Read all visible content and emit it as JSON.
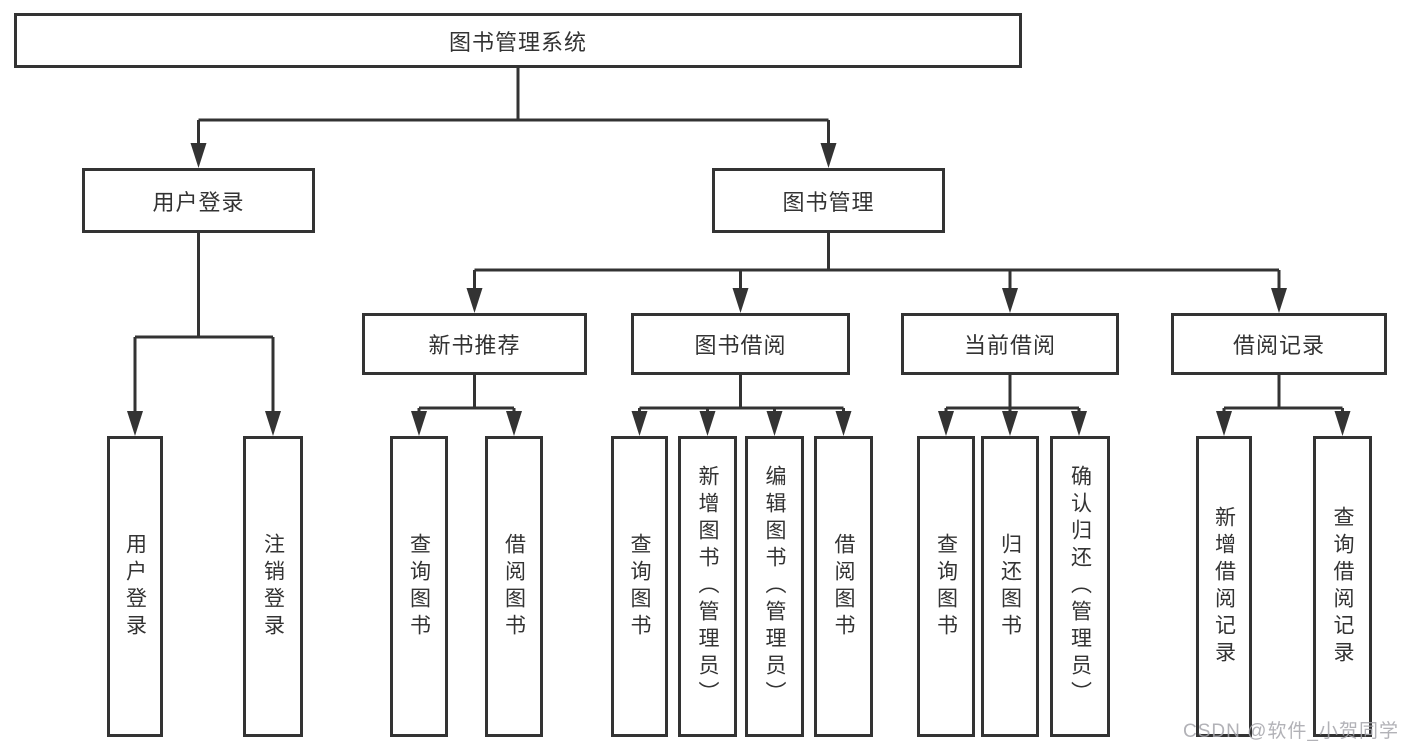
{
  "tree": {
    "root": {
      "label": "图书管理系统"
    },
    "branches": [
      {
        "label": "用户登录",
        "children": [
          {
            "label": "用户登录"
          },
          {
            "label": "注销登录"
          }
        ]
      },
      {
        "label": "图书管理",
        "children": [
          {
            "label": "新书推荐",
            "children": [
              {
                "label": "查询图书"
              },
              {
                "label": "借阅图书"
              }
            ]
          },
          {
            "label": "图书借阅",
            "children": [
              {
                "label": "查询图书"
              },
              {
                "label": "新增图书（管理员）"
              },
              {
                "label": "编辑图书（管理员）"
              },
              {
                "label": "借阅图书"
              }
            ]
          },
          {
            "label": "当前借阅",
            "children": [
              {
                "label": "查询图书"
              },
              {
                "label": "归还图书"
              },
              {
                "label": "确认归还（管理员）"
              }
            ]
          },
          {
            "label": "借阅记录",
            "children": [
              {
                "label": "新增借阅记录"
              },
              {
                "label": "查询借阅记录"
              }
            ]
          }
        ]
      }
    ]
  },
  "watermark": "CSDN @软件_小贺同学",
  "colors": {
    "line": "#333333",
    "text": "#333333",
    "node_background": "#ffffff",
    "page_background": "#ffffff",
    "watermark": "#a4a4aa"
  }
}
